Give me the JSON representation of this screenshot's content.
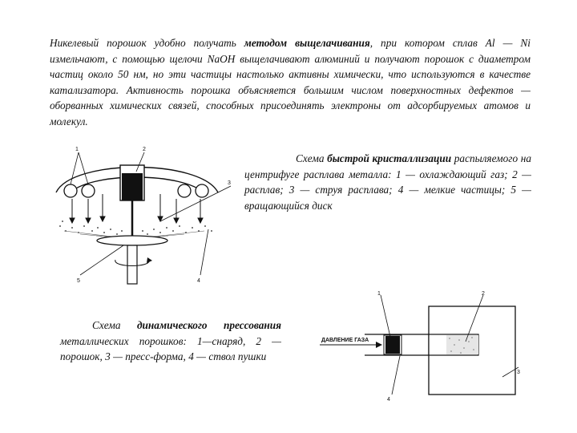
{
  "paragraph": {
    "before": "Никелевый порошок удобно получать ",
    "bold": "методом выщелачивания",
    "after": ", при котором сплав Al — Ni измельчают, с помощью щелочи NaOH выщелачивают алюминий и получают порошок с диаметром частиц около 50 нм, но эти частицы настолько активны химически, что используются в качестве катализатора. Активность порошка объясняется большим числом поверхностных дефектов — оборванных химических связей, способных присоединять электроны от адсорбируемых атомов и молекул."
  },
  "figure1": {
    "caption_before": "Схема ",
    "caption_bold": "быстрой кристаллизации",
    "caption_after": " распыляемого на центрифуге расплава металла: 1 — охлаждающий газ; 2 — расплав; 3 — струя расплава; 4 — мелкие частицы; 5 — вращающийся диск",
    "labels": [
      "1",
      "2",
      "3",
      "4",
      "5"
    ]
  },
  "figure2": {
    "caption_before": "Схема ",
    "caption_bold": "динамического прессования",
    "caption_after": " металлических порошков: 1—снаряд, 2 — порошок, 3 — пресс-форма, 4 — ствол пушки",
    "arrow_label": "ДАВЛЕНИЕ ГАЗА",
    "labels": [
      "1",
      "2",
      "3",
      "4"
    ]
  }
}
